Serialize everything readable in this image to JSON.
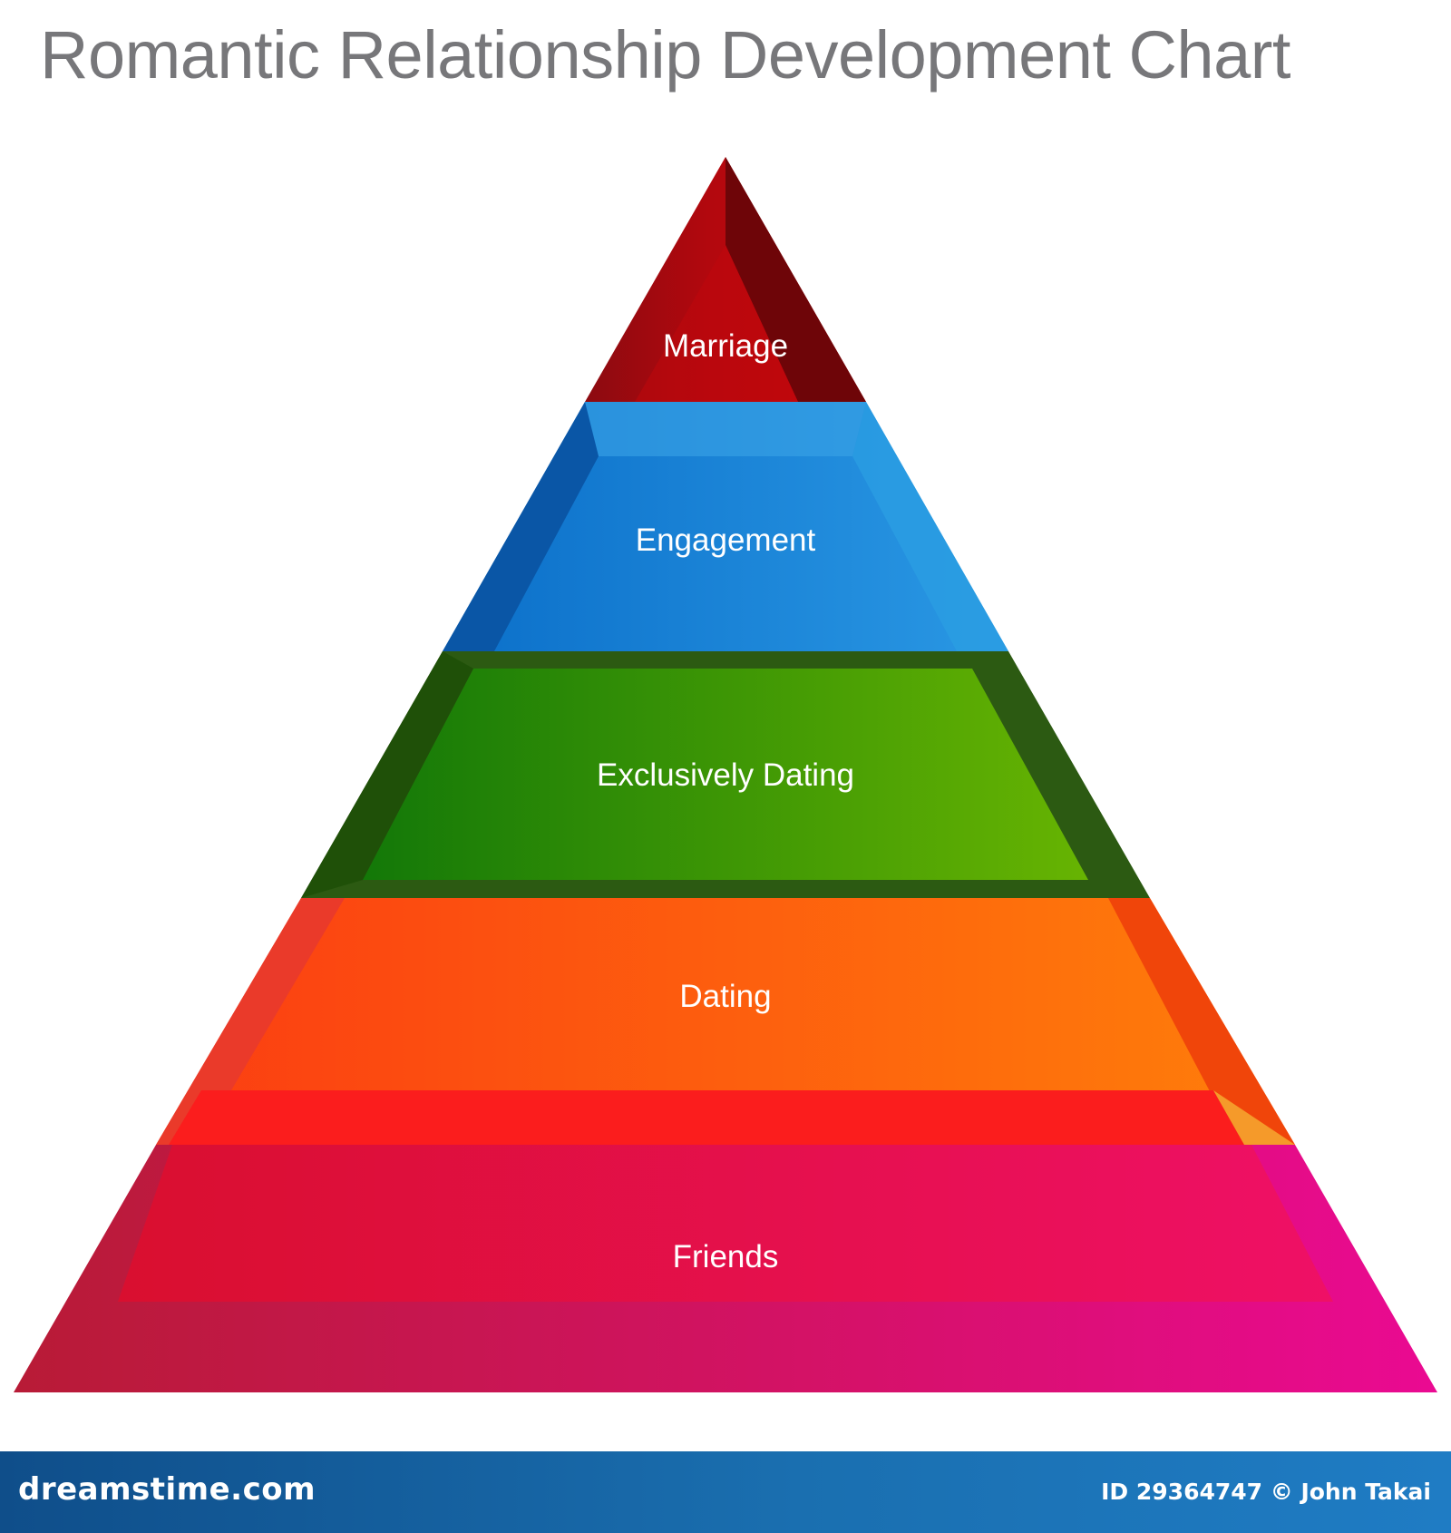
{
  "title": "Romantic Relationship Development Chart",
  "levels": [
    {
      "label": "Marriage"
    },
    {
      "label": "Engagement"
    },
    {
      "label": "Exclusively Dating"
    },
    {
      "label": "Dating"
    },
    {
      "label": "Friends"
    }
  ],
  "colors": {
    "marriage": "#b0090f",
    "engagement": "#1e88d9",
    "exclusively_dating": "#3a9a0a",
    "dating": "#fb6a12",
    "friends": "#e8125a",
    "footer": "#1a6fb0"
  },
  "footer": {
    "site": "dreamstime.com",
    "credit": "ID 29364747 © John Takai"
  }
}
